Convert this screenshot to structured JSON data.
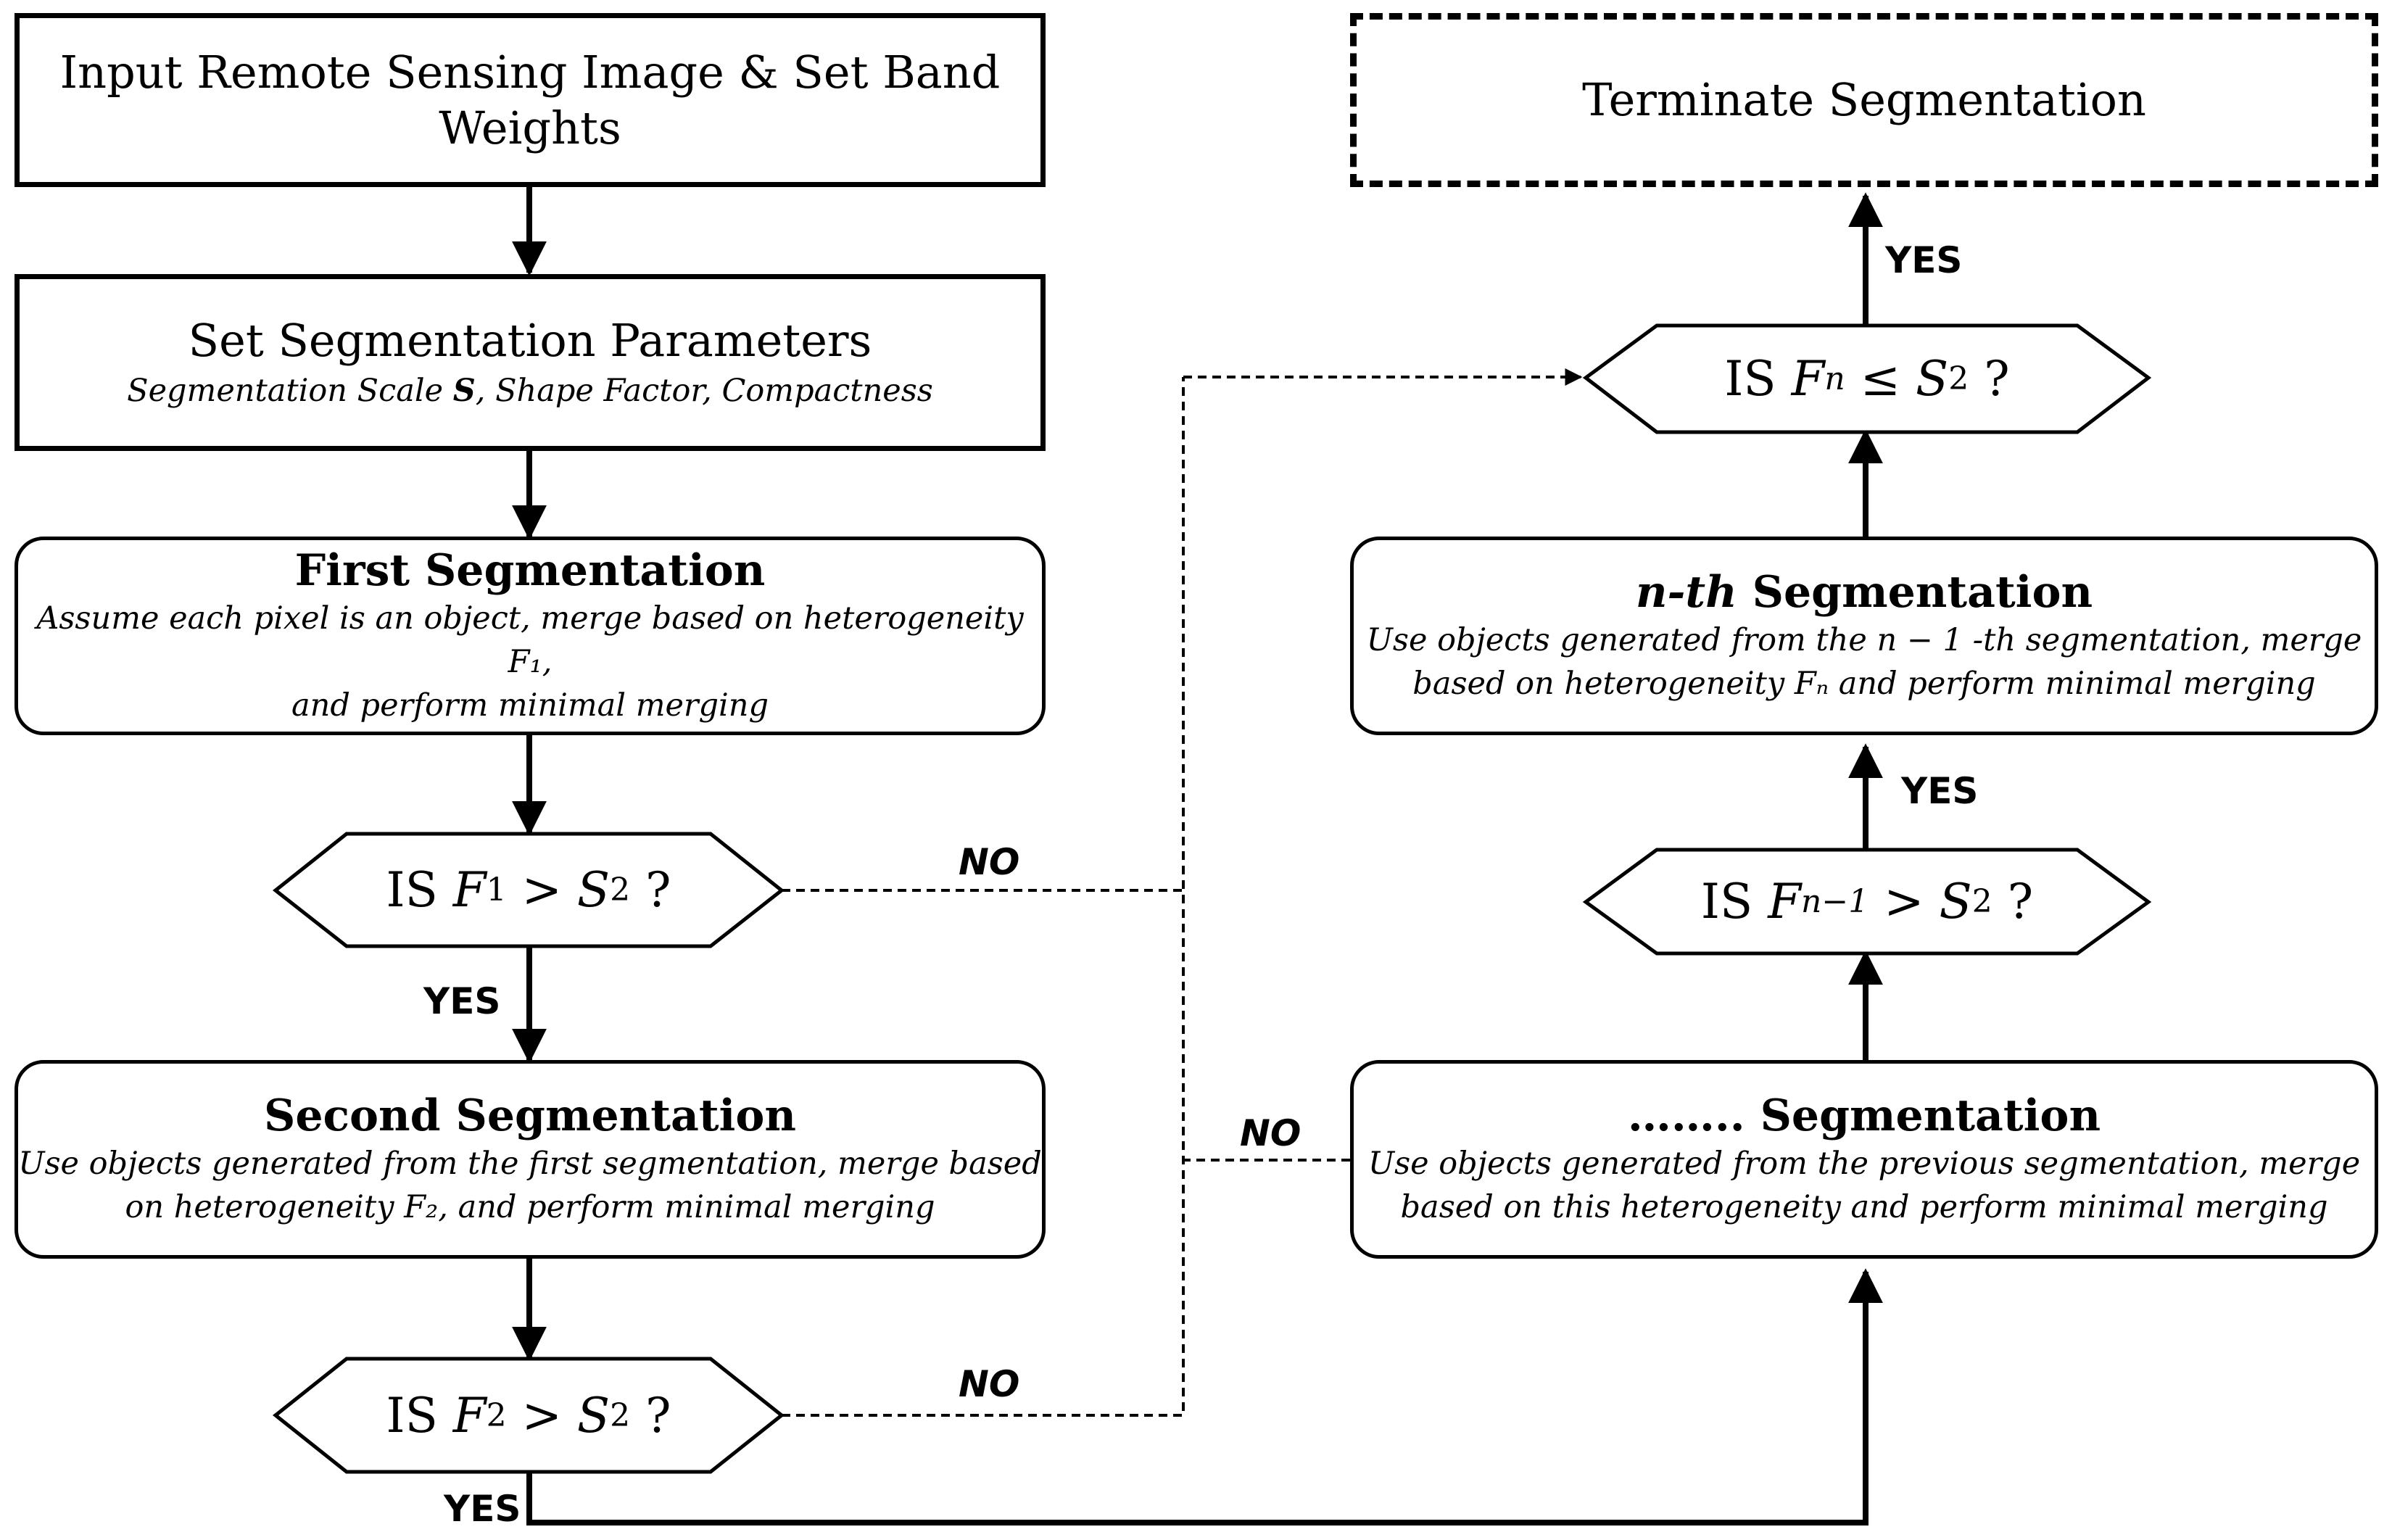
{
  "boxes": {
    "input": "Input Remote Sensing Image & Set Band Weights",
    "params_title": "Set Segmentation Parameters",
    "params_sub_pre": "Segmentation Scale ",
    "params_sub_s": "S",
    "params_sub_post": ", Shape Factor, Compactness",
    "first_title": "First Segmentation",
    "first_sub_1": "Assume each pixel is an object, merge based on heterogeneity F₁,",
    "first_sub_2": "and perform minimal merging",
    "second_title": "Second Segmentation",
    "second_sub_1": "Use objects generated from the first segmentation, merge based",
    "second_sub_2": "on heterogeneity F₂, and perform minimal merging",
    "dots_title": "……..  Segmentation",
    "dots_sub_1": "Use objects generated from the previous segmentation, merge",
    "dots_sub_2": "based on this heterogeneity and perform minimal merging",
    "nth_title_it": "n-th",
    "nth_title_rest": " Segmentation",
    "nth_sub_1": "Use objects generated from the n − 1 -th segmentation, merge",
    "nth_sub_2": "based on heterogeneity Fₙ and perform minimal merging",
    "terminate": "Terminate Segmentation"
  },
  "decisions": {
    "d1": {
      "is": "IS",
      "var": "F",
      "sub": "1",
      "op": ">",
      "rhs": "S",
      "sup": "2",
      "q": "?"
    },
    "d2": {
      "is": "IS",
      "var": "F",
      "sub": "2",
      "op": ">",
      "rhs": "S",
      "sup": "2",
      "q": "?"
    },
    "dn1": {
      "is": "IS",
      "var": "F",
      "sub": "n−1",
      "op": ">",
      "rhs": "S",
      "sup": "2",
      "q": "?"
    },
    "dn": {
      "is": "IS",
      "var": "F",
      "sub": "n",
      "op": "≤",
      "rhs": "S",
      "sup": "2",
      "q": "?"
    }
  },
  "labels": {
    "yes": "YES",
    "no": "NO"
  },
  "colors": {
    "line": "#000000",
    "background": "#ffffff"
  }
}
